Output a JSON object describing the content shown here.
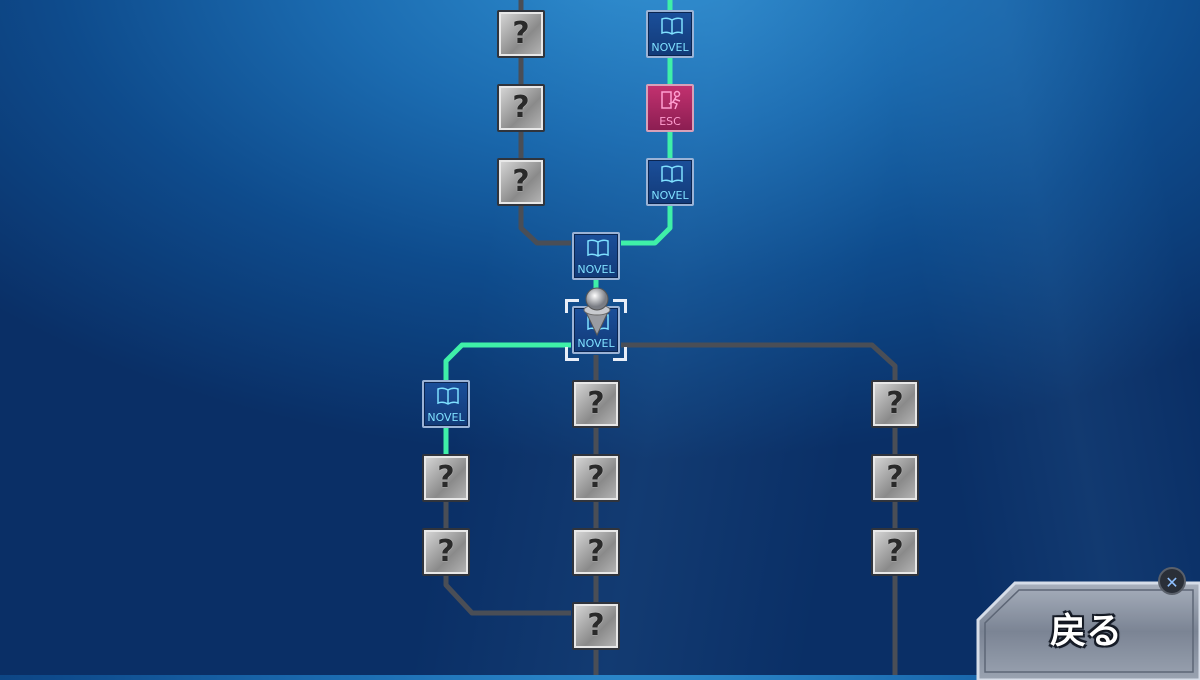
{
  "nodes": [
    {
      "type": "unknown"
    },
    {
      "type": "unknown"
    },
    {
      "type": "unknown"
    },
    {
      "type": "novel",
      "label": "NOVEL"
    },
    {
      "type": "esc",
      "label": "ESC"
    },
    {
      "type": "novel",
      "label": "NOVEL"
    },
    {
      "type": "novel",
      "label": "NOVEL"
    },
    {
      "type": "novel",
      "label": "NOVEL",
      "current": true
    },
    {
      "type": "novel",
      "label": "NOVEL"
    },
    {
      "type": "unknown"
    },
    {
      "type": "unknown"
    },
    {
      "type": "unknown"
    },
    {
      "type": "unknown"
    },
    {
      "type": "unknown"
    },
    {
      "type": "unknown"
    },
    {
      "type": "unknown"
    },
    {
      "type": "unknown"
    },
    {
      "type": "unknown"
    }
  ],
  "unknown_symbol": "?",
  "back_button": {
    "label": "戻る",
    "key_hint": "✕"
  },
  "colors": {
    "cleared_path": "#3ff0a8",
    "locked_path": "#4a4e56",
    "novel": "#1b4f9a",
    "escape": "#c2316f"
  }
}
